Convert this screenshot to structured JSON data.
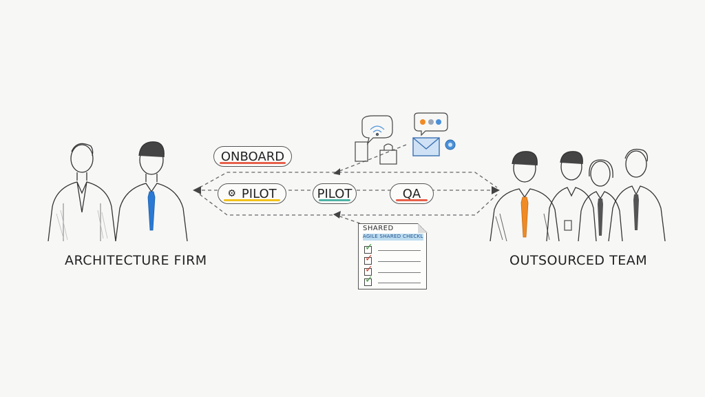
{
  "left_group": {
    "label": "ARCHITECTURE FIRM"
  },
  "right_group": {
    "label": "OUTSOURCED TEAM"
  },
  "stages": [
    {
      "label": "ONBOARD",
      "underline_color": "#e8604a"
    },
    {
      "label": "PILOT",
      "icon": "gear-icon",
      "underline_color": "#f2c21b"
    },
    {
      "label": "PILOT",
      "underline_color": "#4fb3a6"
    },
    {
      "label": "QA",
      "underline_color": "#e8604a"
    }
  ],
  "shared_doc": {
    "title": "SHARED",
    "subtitle": "AGILE SHARED CHECKLIST",
    "checks": [
      "#3a9a3a",
      "#d23a2a",
      "#d23a2a",
      "#3a9a3a"
    ]
  },
  "colors": {
    "orange_tie": "#f08a24",
    "blue_tie": "#2a79d4",
    "envelope": "#4a90d9",
    "chat_dot_orange": "#f08a24",
    "chat_dot_blue": "#4a90d9"
  }
}
